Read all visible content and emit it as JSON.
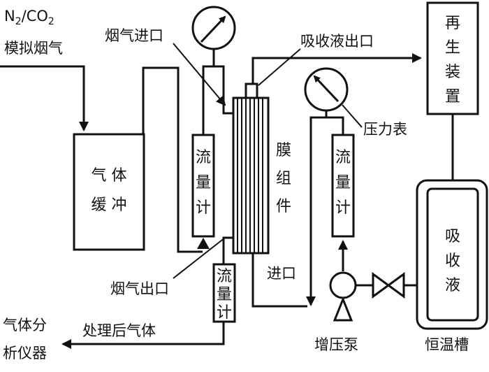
{
  "labels": {
    "gas_source_line1": "N2/CO2",
    "gas_source_line2": "模拟烟气",
    "flue_gas_inlet": "烟气进口",
    "absorbent_outlet": "吸收液出口",
    "pressure_gauge": "压力表",
    "flue_gas_outlet": "烟气出口",
    "inlet": "进口",
    "booster_pump": "增压泵",
    "thermostatic_bath": "恒温槽",
    "treated_gas": "处理后气体",
    "gas_analyzer_line1": "气体分",
    "gas_analyzer_line2": "析仪器"
  },
  "components": {
    "gas_buffer_line1": "气 体",
    "gas_buffer_line2": "缓 冲",
    "membrane_module": [
      "膜",
      "组",
      "件"
    ],
    "flowmeter": [
      "流",
      "量",
      "计"
    ],
    "regeneration_device": [
      "再",
      "生",
      "装",
      "置"
    ],
    "absorbent": [
      "吸",
      "收",
      "液"
    ]
  }
}
